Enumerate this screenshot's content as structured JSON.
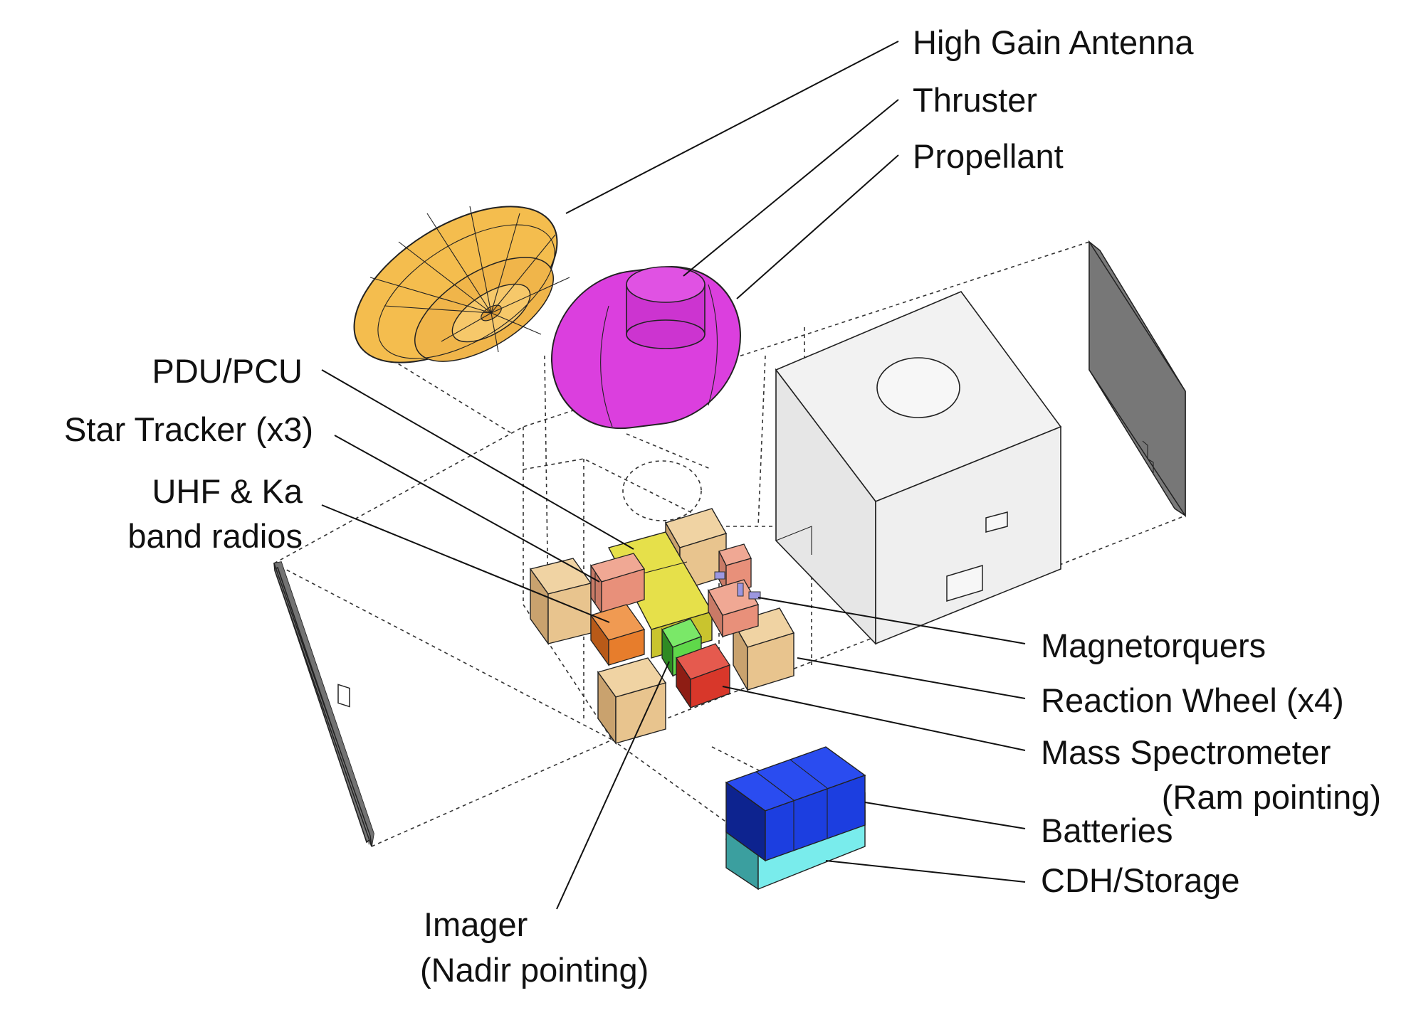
{
  "labels": {
    "high_gain_antenna": "High Gain Antenna",
    "thruster": "Thruster",
    "propellant": "Propellant",
    "pdu_pcu": "PDU/PCU",
    "star_tracker": "Star Tracker  (x3)",
    "uhf_ka_line1": "UHF & Ka",
    "uhf_ka_line2": "band radios",
    "magnetorquers": "Magnetorquers",
    "reaction_wheel": "Reaction Wheel (x4)",
    "mass_spectrometer_line1": "Mass Spectrometer",
    "mass_spectrometer_line2": "(Ram pointing)",
    "batteries": "Batteries",
    "cdh_storage": "CDH/Storage",
    "imager_line1": "Imager",
    "imager_line2": "(Nadir pointing)"
  },
  "colors": {
    "antenna": "#f4bd4e",
    "propellant": "#db3fde",
    "reaction_wheel": "#e8c48e",
    "pdu_pcu": "#e6e04a",
    "star_tracker": "#e8907a",
    "radio": "#e77d2c",
    "imager": "#5fd84a",
    "mass_spectrometer": "#d8372a",
    "magnetorquer": "#9c97e0",
    "batteries": "#1c3ee0",
    "cdh_storage": "#79ecec",
    "panel": "#777777",
    "bus_box": "#eeeeee"
  }
}
